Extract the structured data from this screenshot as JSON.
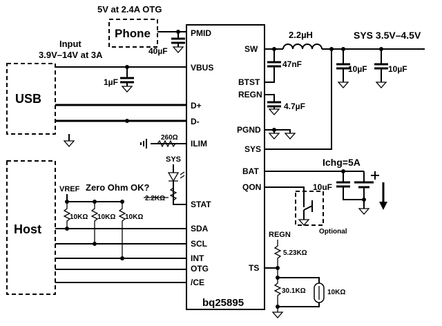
{
  "ic": {
    "name": "bq25895"
  },
  "top_label": "5V at 2.4A OTG",
  "input_label": {
    "line1": "Input",
    "line2": "3.9V–14V at 3A"
  },
  "sys_label": "SYS 3.5V–4.5V",
  "ichg_label": "Ichg=5A",
  "blocks": {
    "phone": "Phone",
    "usb": "USB",
    "host": "Host"
  },
  "optional_label": "Optional",
  "warning": {
    "text": "Zero Ohm OK?",
    "color": "#f0a030"
  },
  "pins_left": [
    "PMID",
    "VBUS",
    "D+",
    "D-",
    "ILIM",
    "STAT",
    "SDA",
    "SCL",
    "INT",
    "OTG",
    "/CE"
  ],
  "pins_right": [
    "SW",
    "BTST",
    "REGN",
    "PGND",
    "SYS",
    "BAT",
    "QON",
    "TS"
  ],
  "components": {
    "pmid_cap": "40µF",
    "vbus_cap": "1µF",
    "inductor": "2.2µH",
    "btst_cap": "47nF",
    "regn_cap": "4.7µF",
    "sys_cap1": "10µF",
    "sys_cap2": "10µF",
    "bat_cap": "10uF",
    "ilim_res": "260Ω",
    "stat_res": "2.2KΩ",
    "pullup1": "10KΩ",
    "pullup2": "10KΩ",
    "pullup3": "10KΩ",
    "ts_res_top": "5.23KΩ",
    "ts_res_bottom": "30.1KΩ",
    "thermistor": "10KΩ"
  },
  "net_labels": {
    "vref": "VREF",
    "sys_led": "SYS",
    "regn_ts": "REGN"
  }
}
